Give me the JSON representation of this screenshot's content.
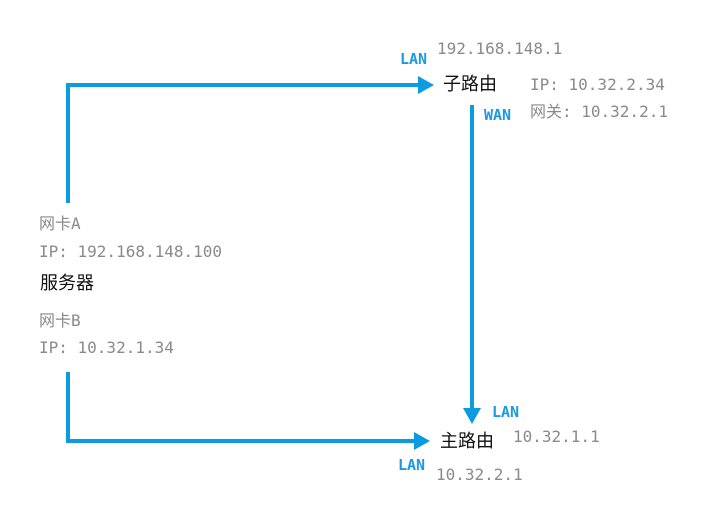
{
  "colors": {
    "line": "#0b9be0",
    "label_blue": "#1a9ae0",
    "text_gray": "#8a8a8a",
    "text_dark": "#111111"
  },
  "server": {
    "name": "服务器",
    "nic_a_label": "网卡A",
    "nic_a_ip": "IP: 192.168.148.100",
    "nic_b_label": "网卡B",
    "nic_b_ip": "IP: 10.32.1.34"
  },
  "sub_router": {
    "name": "子路由",
    "lan_label": "LAN",
    "lan_ip": "192.168.148.1",
    "wan_label": "WAN",
    "wan_ip": "IP: 10.32.2.34",
    "gateway": "网关: 10.32.2.1"
  },
  "main_router": {
    "name": "主路由",
    "lan_top_label": "LAN",
    "lan_top_ip": "10.32.1.1",
    "lan_bottom_label": "LAN",
    "lan_bottom_ip": "10.32.2.1"
  }
}
